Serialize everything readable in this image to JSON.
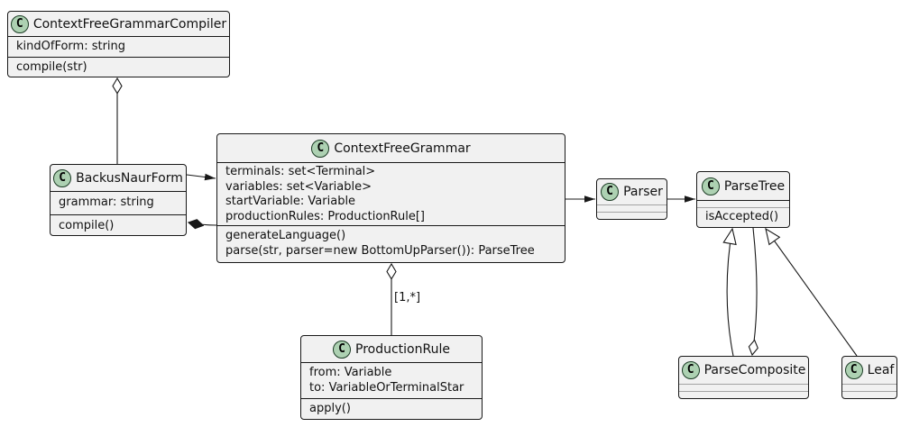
{
  "diagram": {
    "kind": "uml-class-diagram",
    "icon_letter": "C",
    "colors": {
      "background": "#FFFFFF",
      "box_fill": "#F1F1F1",
      "border": "#181818",
      "spot_fill": "#ADD1B2",
      "light_separator": "#A3A3A3"
    },
    "classes": {
      "compiler": {
        "name": "ContextFreeGrammarCompiler",
        "attributes": [
          "kindOfForm: string"
        ],
        "methods": [
          "compile(str)"
        ]
      },
      "bnf": {
        "name": "BackusNaurForm",
        "attributes": [
          "grammar: string"
        ],
        "methods": [
          "compile()"
        ]
      },
      "cfg": {
        "name": "ContextFreeGrammar",
        "attributes": [
          "terminals: set<Terminal>",
          "variables: set<Variable>",
          "startVariable: Variable",
          "productionRules: ProductionRule[]"
        ],
        "methods": [
          "generateLanguage()",
          "parse(str, parser=new BottomUpParser()): ParseTree"
        ]
      },
      "parser": {
        "name": "Parser",
        "attributes": [],
        "methods": []
      },
      "parsetree": {
        "name": "ParseTree",
        "attributes": [],
        "methods": [
          "isAccepted()"
        ]
      },
      "productionrule": {
        "name": "ProductionRule",
        "attributes": [
          "from: Variable",
          "to: VariableOrTerminalStar"
        ],
        "methods": [
          "apply()"
        ]
      },
      "parsecomposite": {
        "name": "ParseComposite",
        "attributes": [],
        "methods": []
      },
      "leaf": {
        "name": "Leaf",
        "attributes": [],
        "methods": []
      }
    },
    "edges": {
      "cfg_productionrule_multiplicity": "[1,*]"
    }
  }
}
